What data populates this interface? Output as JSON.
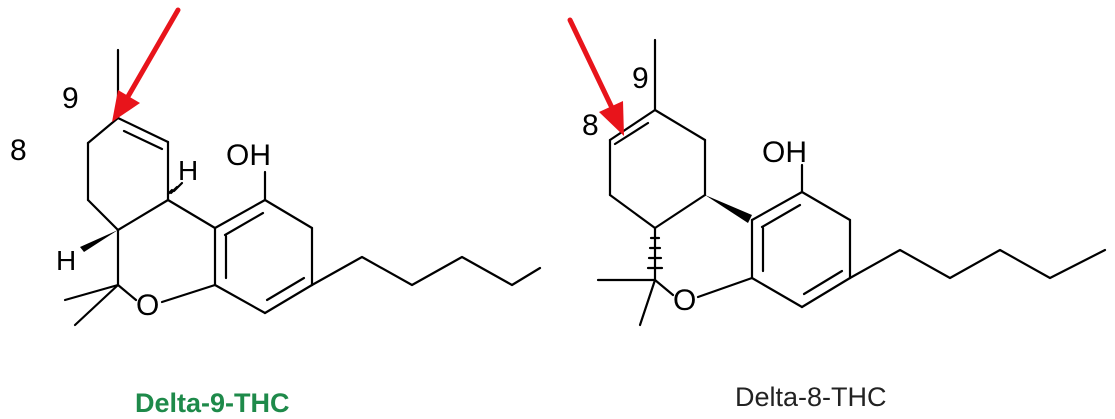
{
  "molecules": [
    {
      "caption": "Delta-9-THC",
      "caption_color": "#1e8a4a",
      "labels": {
        "oh": "OH",
        "o": "O",
        "h_top": "H",
        "h_bottom": "H",
        "n9": "9",
        "n8": "8"
      }
    },
    {
      "caption": "Delta-8-THC",
      "caption_color": "#222222",
      "labels": {
        "oh": "OH",
        "o": "O",
        "n9": "9",
        "n8": "8"
      }
    }
  ],
  "arrow_color": "#e8141b"
}
